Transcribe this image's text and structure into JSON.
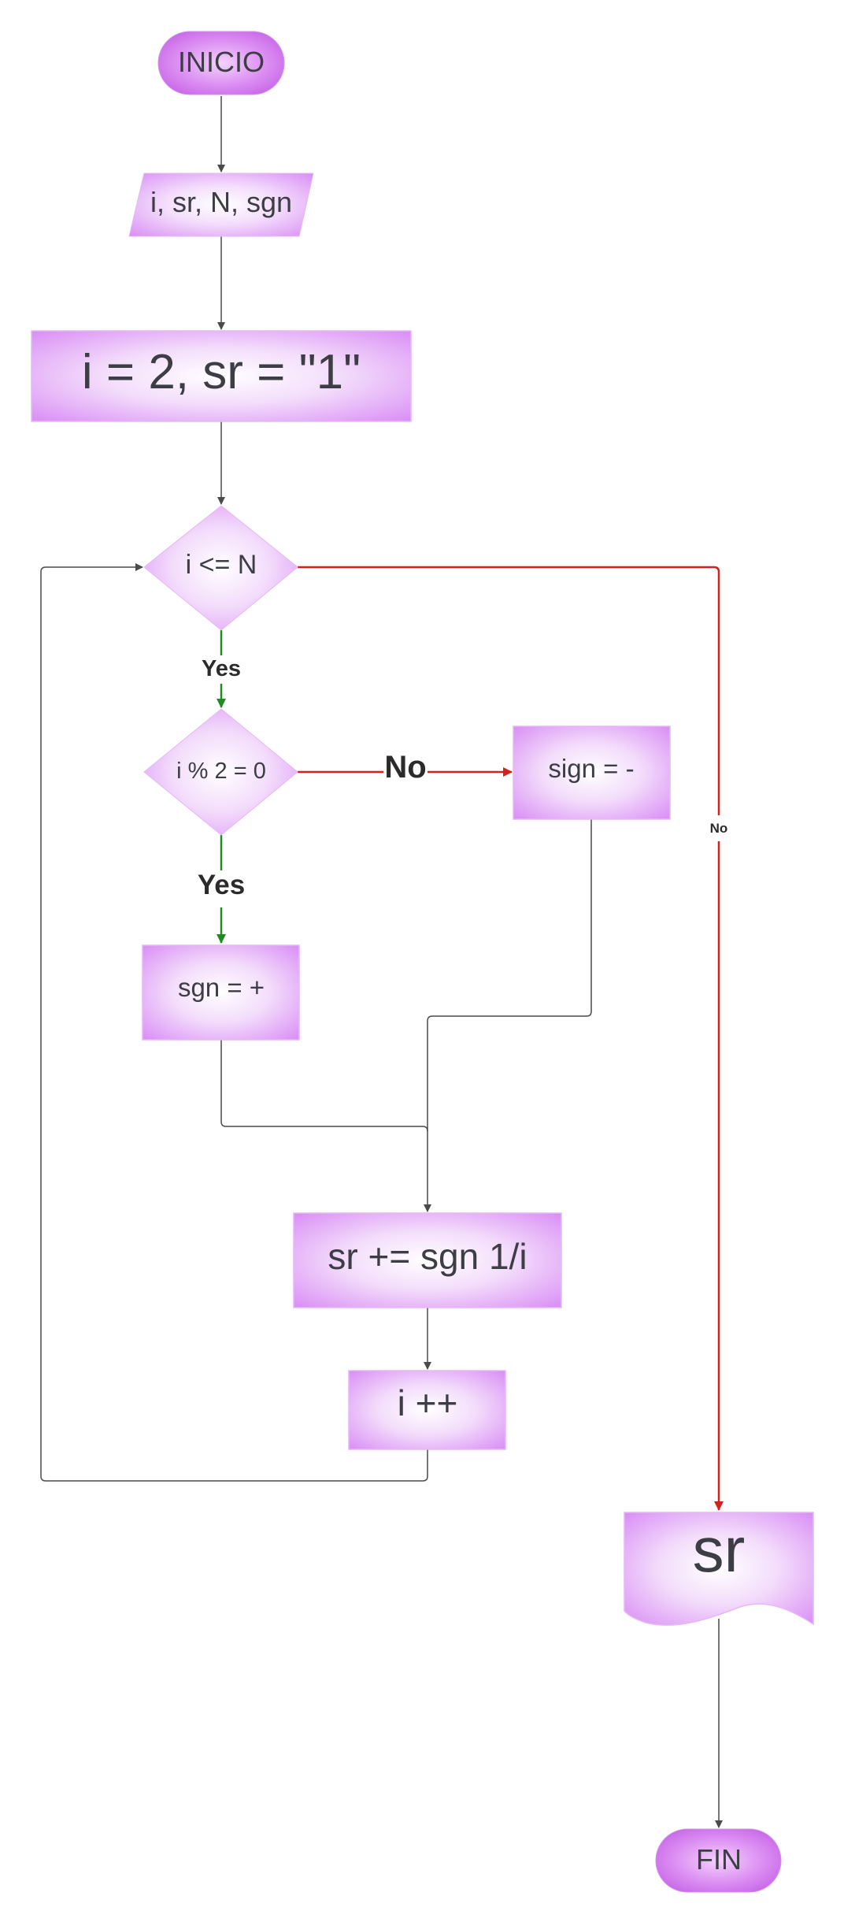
{
  "nodes": {
    "start": "INICIO",
    "input": "i, sr, N, sgn",
    "init": "i = 2, sr = \"1\"",
    "loop_condition": "i <= N",
    "parity_check": "i % 2 = 0",
    "sign_negative": "sign = -",
    "sign_positive": "sgn = +",
    "accumulate": "sr += sgn 1/i",
    "increment": "i ++",
    "output": "sr",
    "end": "FIN"
  },
  "edge_labels": {
    "loop_yes": "Yes",
    "parity_yes": "Yes",
    "parity_no": "No",
    "loop_no": "No"
  },
  "colors": {
    "node_fill_center": "#ffffff",
    "node_fill_edge": "#d98ef5",
    "terminator_fill": "#c96ae8",
    "node_stroke": "#e6b8f5",
    "text": "#3d3d46",
    "edge_default": "#4a4a4a",
    "edge_yes": "#1e8c1e",
    "edge_no": "#d61f1f"
  }
}
